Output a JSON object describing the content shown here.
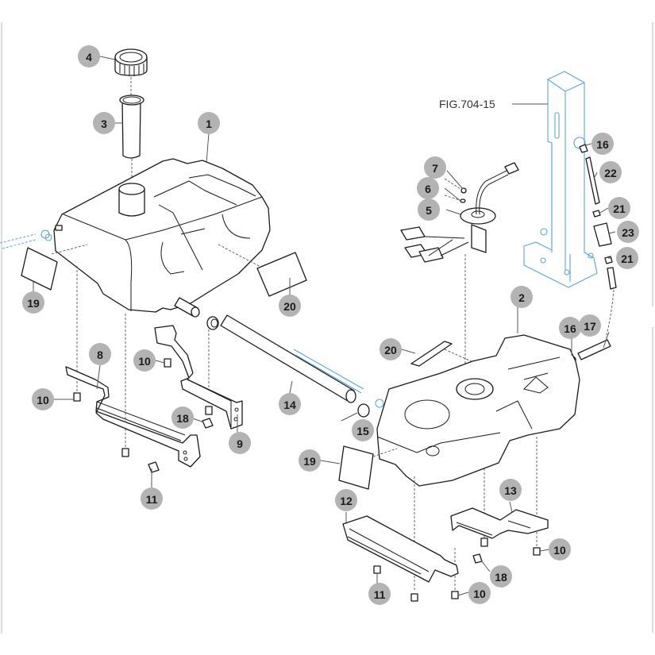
{
  "figure": {
    "reference_label": "FIG.704-15",
    "callout_color": "#b3b3b3",
    "accent_color": "#5aa6d8"
  },
  "callouts": [
    {
      "id": "c4",
      "label": "4",
      "part": "fuel-cap"
    },
    {
      "id": "c3",
      "label": "3",
      "part": "filler-neck"
    },
    {
      "id": "c1",
      "label": "1",
      "part": "left-fuel-tank"
    },
    {
      "id": "c19a",
      "label": "19",
      "part": "label-left"
    },
    {
      "id": "c20a",
      "label": "20",
      "part": "label-left-tank"
    },
    {
      "id": "c8",
      "label": "8",
      "part": "bracket-left-front"
    },
    {
      "id": "c10a",
      "label": "10",
      "part": "bolt"
    },
    {
      "id": "c10b",
      "label": "10",
      "part": "bolt"
    },
    {
      "id": "c18a",
      "label": "18",
      "part": "bolt"
    },
    {
      "id": "c9",
      "label": "9",
      "part": "bracket-left-rear"
    },
    {
      "id": "c11a",
      "label": "11",
      "part": "bolt"
    },
    {
      "id": "c14",
      "label": "14",
      "part": "connecting-hose"
    },
    {
      "id": "c15",
      "label": "15",
      "part": "hose-clamp"
    },
    {
      "id": "c7",
      "label": "7",
      "part": "nut"
    },
    {
      "id": "c6",
      "label": "6",
      "part": "washer"
    },
    {
      "id": "c5",
      "label": "5",
      "part": "fuel-sender"
    },
    {
      "id": "c16a",
      "label": "16",
      "part": "clamp"
    },
    {
      "id": "c22",
      "label": "22",
      "part": "fuel-hose"
    },
    {
      "id": "c21a",
      "label": "21",
      "part": "clamp"
    },
    {
      "id": "c23",
      "label": "23",
      "part": "fuel-filter"
    },
    {
      "id": "c21b",
      "label": "21",
      "part": "clamp"
    },
    {
      "id": "c2",
      "label": "2",
      "part": "right-fuel-tank"
    },
    {
      "id": "c20b",
      "label": "20",
      "part": "label-right-tank"
    },
    {
      "id": "c16b",
      "label": "16",
      "part": "clamp"
    },
    {
      "id": "c17",
      "label": "17",
      "part": "fuel-hose-short"
    },
    {
      "id": "c19b",
      "label": "19",
      "part": "label-right"
    },
    {
      "id": "c12",
      "label": "12",
      "part": "bracket-right-front"
    },
    {
      "id": "c13",
      "label": "13",
      "part": "bracket-right-rear"
    },
    {
      "id": "c10c",
      "label": "10",
      "part": "bolt"
    },
    {
      "id": "c18b",
      "label": "18",
      "part": "bolt"
    },
    {
      "id": "c11b",
      "label": "11",
      "part": "bolt"
    },
    {
      "id": "c10d",
      "label": "10",
      "part": "bolt"
    }
  ]
}
